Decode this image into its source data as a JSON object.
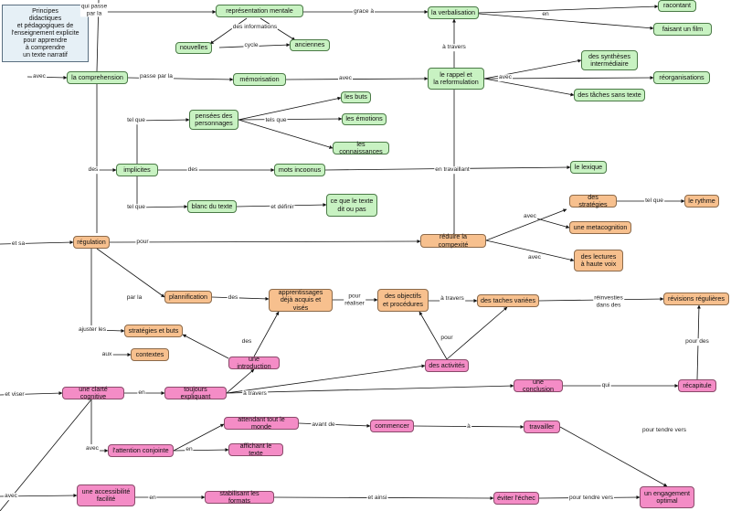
{
  "nodes": {
    "root": "Principes\ndidactiques\net pédagogiques de\nl'enseignement explicite\npour apprendre\nà comprendre\nun texte narratif",
    "representation": "représentation mentale",
    "nouvelles": "nouvelles",
    "anciennes": "anciennes",
    "verbalisation": "la verbalisation",
    "racontant": "racontant",
    "film": "faisant un film",
    "comprehension": "la comprehension",
    "memorisation": "mémorisation",
    "rappel": "le rappel et\nla reformulation",
    "syntheses": "des synthèses\nintermédiaire",
    "reorganisations": "réorganisations",
    "taches_sans_texte": "des tâches sans texte",
    "pensees": "pensées des\npersonnages",
    "buts": "les buts",
    "emotions": "les émotions",
    "connaissances": "les connaissances",
    "implicites": "implicites",
    "mots": "mots incoonus",
    "lexique": "le lexique",
    "blanc": "blanc du texte",
    "dit": "ce que le texte\ndit ou pas",
    "strategies": "des stratégies",
    "rythme": "le rythme",
    "metacognition": "une metacognition",
    "regulation": "régulation",
    "reduire": "réduire la compexité",
    "lectures": "des lectures\nà haute voix",
    "planification": "plannification",
    "apprentissages": "apprentissages\ndéjà acquis et visés",
    "objectifs": "des objectifs\net procédures",
    "taches_variees": "des taches variées",
    "revisions": "révisions régulières",
    "strategies_buts": "stratégies et buts",
    "contextes": "contextes",
    "introduction": "une introduction",
    "activites": "des activités",
    "clarte": "une clarté cognitive",
    "expliquant": "toujours expliquant",
    "conclusion": "une conclusion",
    "recapitule": "récapitule",
    "attendant": "attendant tout le monde",
    "commencer": "commencer",
    "travailler": "travailler",
    "attention": "l'attention conjointe",
    "affichant": "affichant le texte",
    "accessibilite": "une accessibilité\nfacilité",
    "stabilisant": "stabilisant les formats",
    "eviter": "éviter l'échec",
    "engagement": "un engagement\noptimal"
  },
  "links": {
    "qui_passe": "qui passe\npar la",
    "grace": "grace à",
    "des_informations": "des informations",
    "cycle": "cycle",
    "en1": "en",
    "avec1": "avec",
    "passe_par": "passe par la",
    "avec2": "avec",
    "a_travers1": "à travers",
    "avec3": "avec",
    "tel_que1": "tel que",
    "tels_que": "tels que",
    "des1": "des",
    "des2": "des",
    "en_travaillant": "en travaillant",
    "tel_que2": "tel que",
    "et_definir": "et définir",
    "et_sa": "et sa",
    "pour1": "pour",
    "avec4": "avec",
    "tel_que3": "tel que",
    "avec5": "avec",
    "par_la": "par la",
    "des3": "des",
    "pour_realiser": "pour\nréaliser",
    "a_travers2": "à travers",
    "reinvesties": "réinvesties\ndans des",
    "ajuster": "ajuster les",
    "aux": "aux",
    "des4": "des",
    "pour2": "pour",
    "pour_des": "pour des",
    "et_viser": "et viser",
    "en2": "en",
    "a_travers3": "à travers",
    "qui": "qui",
    "avant_de": "avant de",
    "a": "à",
    "pour_tendre1": "pour tendre vers",
    "avec6": "avec",
    "en3": "en",
    "avec7": "avec",
    "en4": "en",
    "et_ainsi": "et ainsi",
    "pour_tendre2": "pour tendre vers"
  }
}
